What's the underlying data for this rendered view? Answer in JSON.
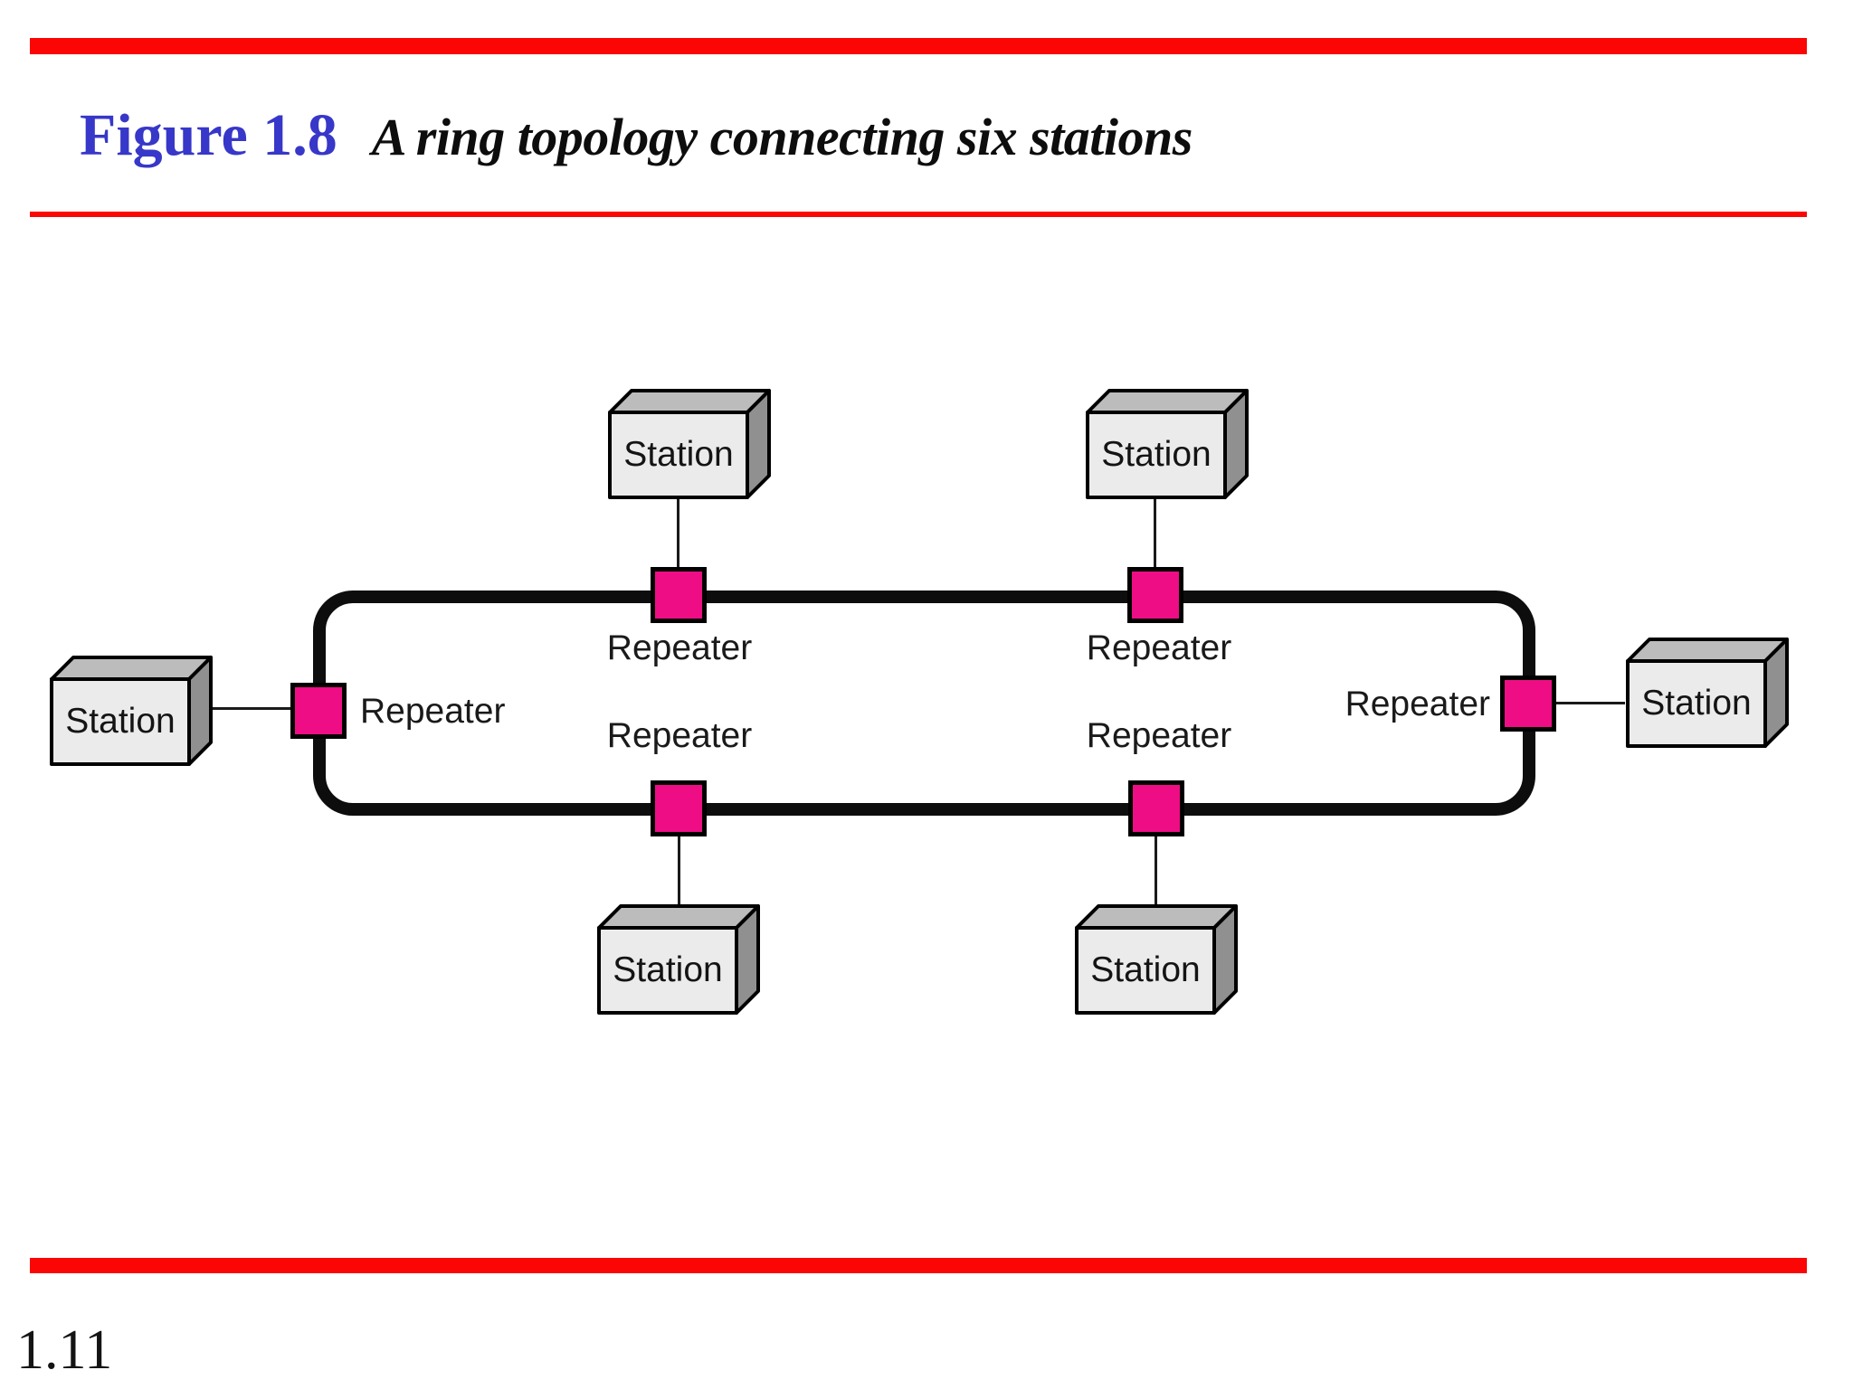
{
  "slide": {
    "figure_label": "Figure 1.8",
    "figure_caption": "A ring topology connecting six stations",
    "page_number": "1.11"
  },
  "colors": {
    "accent_red": "#fb0505",
    "title_blue": "#3737c9",
    "repeater_pink": "#ee0d84",
    "ring_black": "#0d0d0d",
    "box_front_gray": "#ebebeb",
    "box_top_gray": "#bcbcbc",
    "box_side_gray": "#909090"
  },
  "diagram": {
    "stations": [
      {
        "position": "top-left",
        "label": "Station"
      },
      {
        "position": "top-right",
        "label": "Station"
      },
      {
        "position": "left",
        "label": "Station"
      },
      {
        "position": "right",
        "label": "Station"
      },
      {
        "position": "bottom-left",
        "label": "Station"
      },
      {
        "position": "bottom-right",
        "label": "Station"
      }
    ],
    "repeaters": [
      {
        "position": "top-left",
        "label": "Repeater"
      },
      {
        "position": "top-right",
        "label": "Repeater"
      },
      {
        "position": "left",
        "label": "Repeater"
      },
      {
        "position": "right",
        "label": "Repeater"
      },
      {
        "position": "bottom-left",
        "label": "Repeater"
      },
      {
        "position": "bottom-right",
        "label": "Repeater"
      }
    ]
  }
}
